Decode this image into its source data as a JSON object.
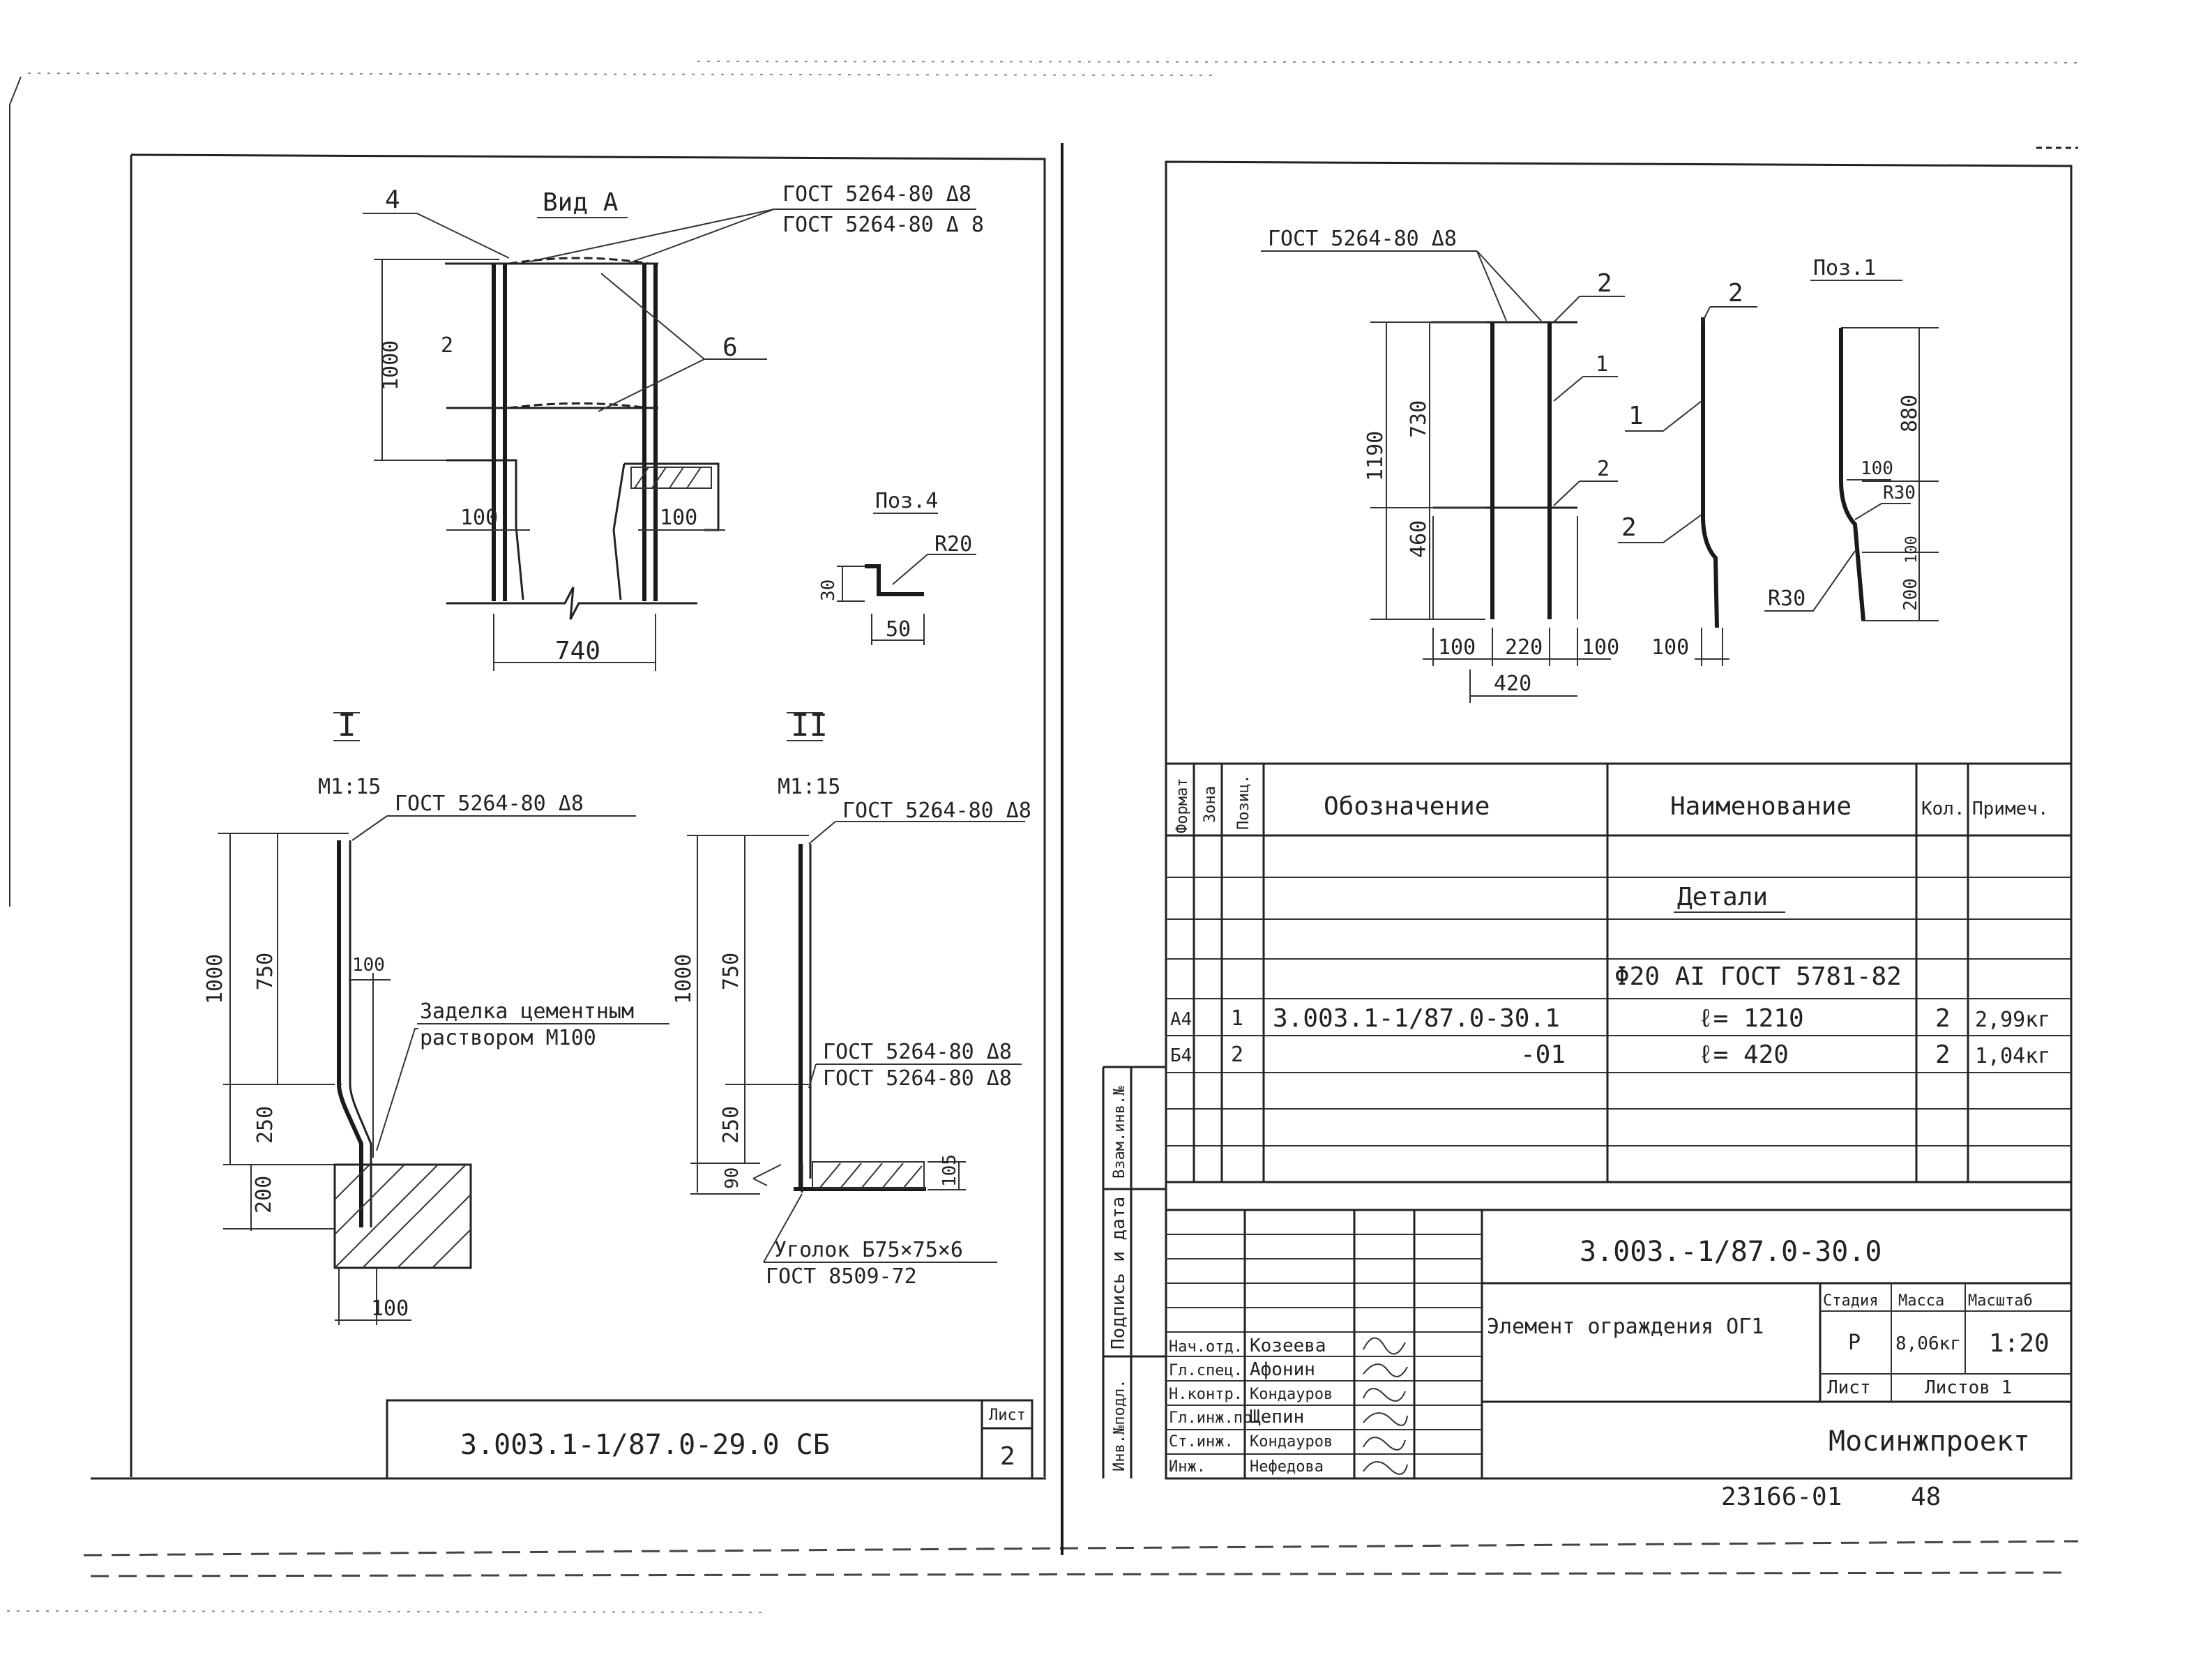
{
  "left_sheet": {
    "view_a": {
      "title": "Вид А",
      "callout_4": "4",
      "callout_6": "6",
      "callout_2": "2",
      "weld_1": "ГОСТ 5264-80 Δ8",
      "weld_2": "ГОСТ 5264-80 Δ 8",
      "dim_height": "1000",
      "dim_left": "100",
      "dim_right": "100",
      "dim_width": "740"
    },
    "pos4": {
      "title": "Поз.4",
      "radius": "R20",
      "dim_h": "30",
      "dim_w": "50"
    },
    "section_1": {
      "title": "I",
      "scale": "М1:15",
      "weld": "ГОСТ 5264-80 Δ8",
      "dim_total": "1000",
      "dim_upper": "750",
      "dim_offset": "100",
      "dim_lower": "250",
      "dim_embed": "200",
      "dim_base": "100",
      "note_line1": "Заделка цементным",
      "note_line2": "раствором М100"
    },
    "section_2": {
      "title": "II",
      "scale": "М1:15",
      "weld_top": "ГОСТ 5264-80 Δ8",
      "weld_mid1": "ГОСТ 5264-80 Δ8",
      "weld_mid2": "ГОСТ 5264-80 Δ8",
      "dim_total": "1000",
      "dim_upper": "750",
      "dim_lower": "250",
      "dim_base": "90",
      "dim_angle": "105",
      "angle_line1": "Уголок Б75×75×6",
      "angle_line2": "ГОСТ 8509-72"
    },
    "stamp": {
      "code": "3.003.1-1/87.0-29.0 СБ",
      "sheet_label": "Лист",
      "sheet_no": "2"
    }
  },
  "right_sheet": {
    "drawing": {
      "weld": "ГОСТ 5264-80 Δ8",
      "callout_2a": "2",
      "callout_2b": "2",
      "callout_2c": "2",
      "callout_1a": "1",
      "callout_1b": "1",
      "callout_2d": "2",
      "dim_total": "1190",
      "dim_upper": "730",
      "dim_lower": "460",
      "dim_100a": "100",
      "dim_220": "220",
      "dim_100b": "100",
      "dim_100c": "100",
      "dim_420": "420",
      "pos1_title": "Поз.1",
      "pos1_880": "880",
      "pos1_100": "100",
      "pos1_r30a": "R30",
      "pos1_100b": "100",
      "pos1_r30b": "R30",
      "pos1_200": "200"
    },
    "spec": {
      "headers": [
        "Формат",
        "Зона",
        "Позиц.",
        "Обозначение",
        "Наименование",
        "Кол.",
        "Примеч."
      ],
      "section_title": "Детали",
      "material": "Φ20 АI ГОСТ 5781-82",
      "rows": [
        {
          "format": "А4",
          "pos": "1",
          "designation": "3.003.1-1/87.0-30.1",
          "name": "ℓ= 1210",
          "qty": "2",
          "note": "2,99кг"
        },
        {
          "format": "Б4",
          "pos": "2",
          "designation": "-01",
          "name": "ℓ= 420",
          "qty": "2",
          "note": "1,04кг"
        }
      ]
    },
    "side_labels": [
      "Взам.инв.№",
      "Подпись и дата",
      "Инв.№подл."
    ],
    "title_block": {
      "code": "3.003.-1/87.0-30.0",
      "name": "Элемент ограждения ОГ1",
      "stage_label": "Стадия",
      "mass_label": "Масса",
      "scale_label": "Масштаб",
      "stage": "Р",
      "mass": "8,06кг",
      "scale": "1:20",
      "sheet_label": "Лист",
      "sheets_label": "Листов 1",
      "org": "Мосинжпроект",
      "staff": [
        {
          "role": "Нач.отд.",
          "name": "Козеева"
        },
        {
          "role": "Гл.спец.",
          "name": "Афонин"
        },
        {
          "role": "Н.контр.",
          "name": "Кондауров"
        },
        {
          "role": "Гл.инж.пр.",
          "name": "Щепин"
        },
        {
          "role": "Ст.инж.",
          "name": "Кондауров"
        },
        {
          "role": "Инж.",
          "name": "Нефедова"
        }
      ]
    },
    "archive": {
      "number": "23166-01",
      "page": "48"
    }
  }
}
